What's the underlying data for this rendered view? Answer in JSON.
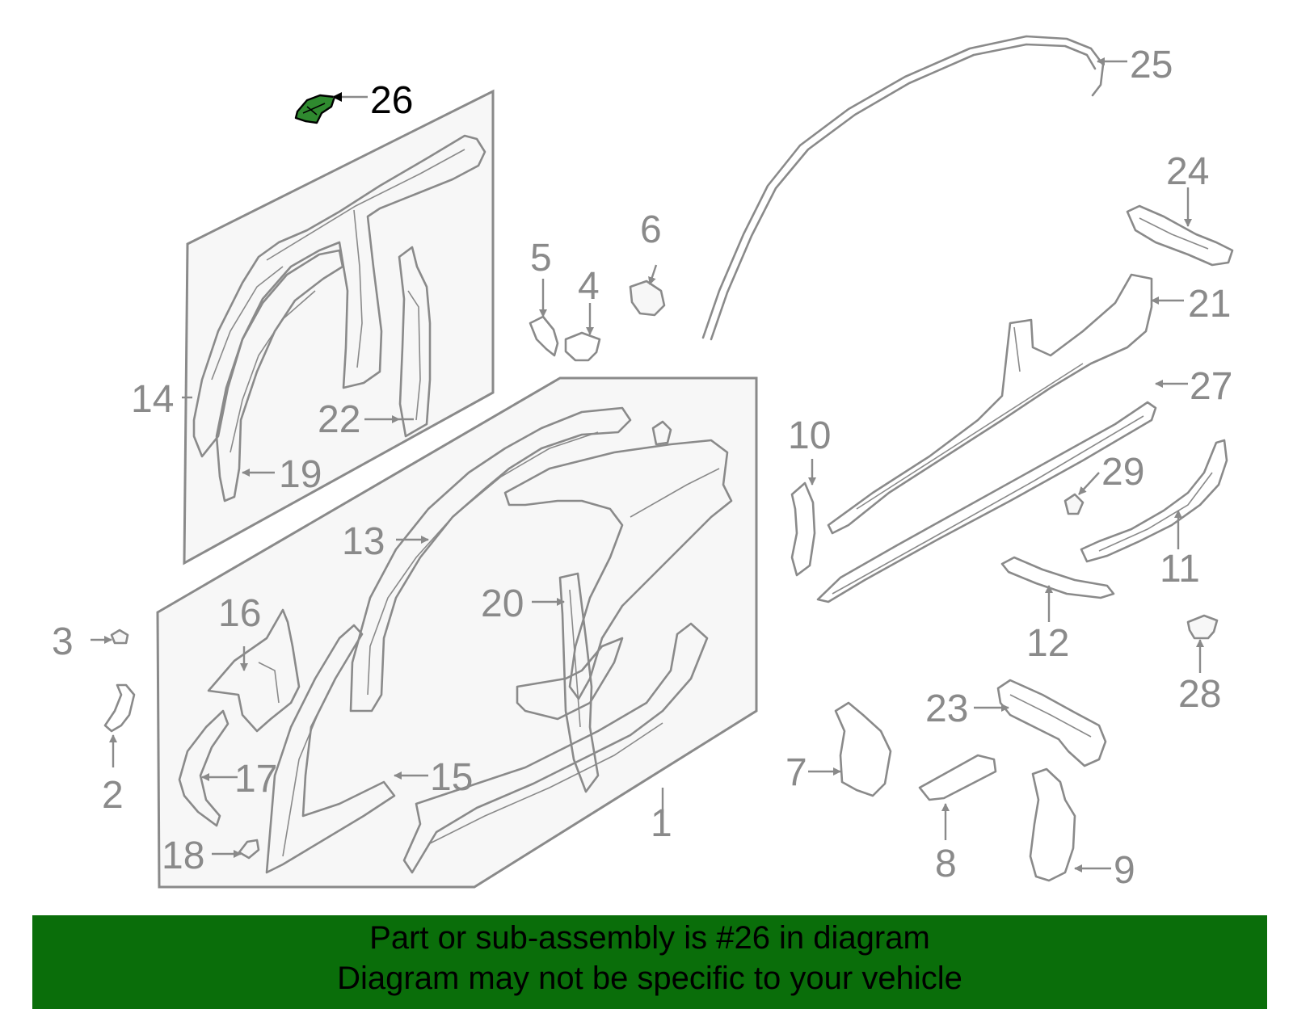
{
  "highlight_color": "#2f8a2f",
  "banner": {
    "color": "#0a6e0a",
    "line1": "Part or sub-assembly is #26 in diagram",
    "line2": "Diagram may not be specific to your vehicle"
  },
  "callouts": [
    {
      "id": "1",
      "label": "1"
    },
    {
      "id": "2",
      "label": "2"
    },
    {
      "id": "3",
      "label": "3"
    },
    {
      "id": "4",
      "label": "4"
    },
    {
      "id": "5",
      "label": "5"
    },
    {
      "id": "6",
      "label": "6"
    },
    {
      "id": "7",
      "label": "7"
    },
    {
      "id": "8",
      "label": "8"
    },
    {
      "id": "9",
      "label": "9"
    },
    {
      "id": "10",
      "label": "10"
    },
    {
      "id": "11",
      "label": "11"
    },
    {
      "id": "12",
      "label": "12"
    },
    {
      "id": "13",
      "label": "13"
    },
    {
      "id": "14",
      "label": "14"
    },
    {
      "id": "15",
      "label": "15"
    },
    {
      "id": "16",
      "label": "16"
    },
    {
      "id": "17",
      "label": "17"
    },
    {
      "id": "18",
      "label": "18"
    },
    {
      "id": "19",
      "label": "19"
    },
    {
      "id": "20",
      "label": "20"
    },
    {
      "id": "21",
      "label": "21"
    },
    {
      "id": "22",
      "label": "22"
    },
    {
      "id": "23",
      "label": "23"
    },
    {
      "id": "24",
      "label": "24"
    },
    {
      "id": "25",
      "label": "25"
    },
    {
      "id": "26",
      "label": "26",
      "highlighted": true
    },
    {
      "id": "27",
      "label": "27"
    },
    {
      "id": "28",
      "label": "28"
    },
    {
      "id": "29",
      "label": "29"
    }
  ]
}
